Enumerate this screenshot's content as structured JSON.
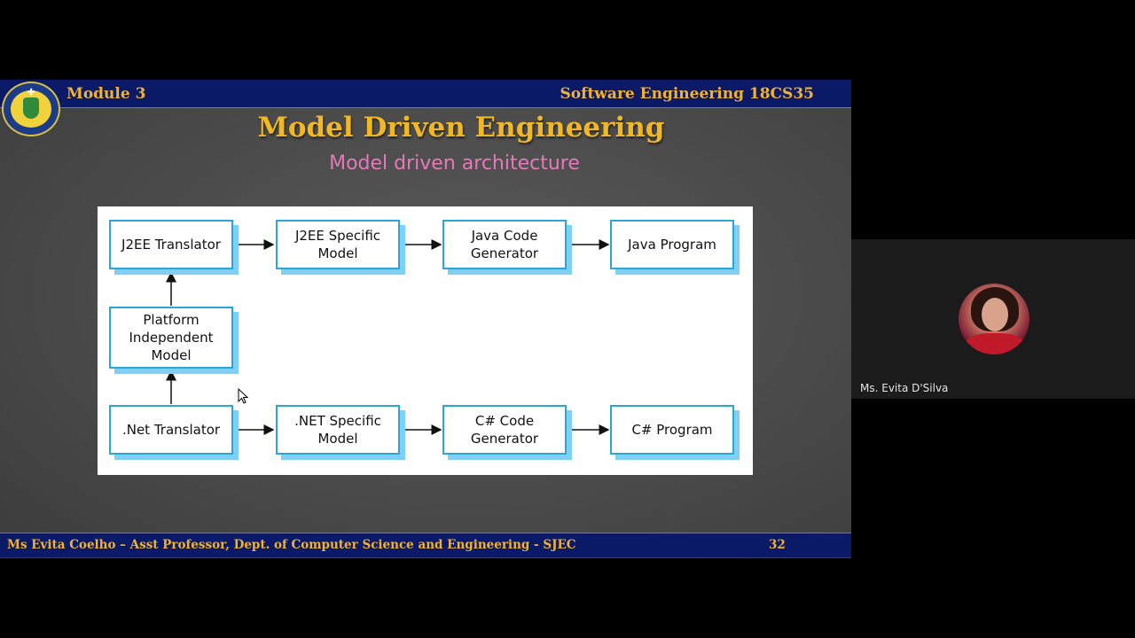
{
  "slide": {
    "module": "Module 3",
    "course": "Software  Engineering 18CS35",
    "title": "Model Driven Engineering",
    "subtitle": "Model driven architecture",
    "footer": "Ms Evita Coelho – Asst Professor, Dept. of Computer Science and Engineering - SJEC",
    "page_number": "32"
  },
  "diagram": {
    "nodes": {
      "j2ee_translator": "J2EE Translator",
      "j2ee_specific_model": "J2EE Specific\nModel",
      "java_code_generator": "Java Code\nGenerator",
      "java_program": "Java Program",
      "platform_independent_model": "Platform\nIndependent\nModel",
      "net_translator": ".Net Translator",
      "net_specific_model": ".NET Specific\nModel",
      "csharp_code_generator": "C# Code\nGenerator",
      "csharp_program": "C# Program"
    },
    "colors": {
      "border": "#2aa6d8",
      "shadow": "#7fd0f4"
    }
  },
  "participant": {
    "name": "Ms. Evita D'Silva"
  },
  "colors": {
    "header_bg": "#0a1a66",
    "accent_gold": "#f0b233",
    "subtitle_pink": "#e779b8"
  }
}
